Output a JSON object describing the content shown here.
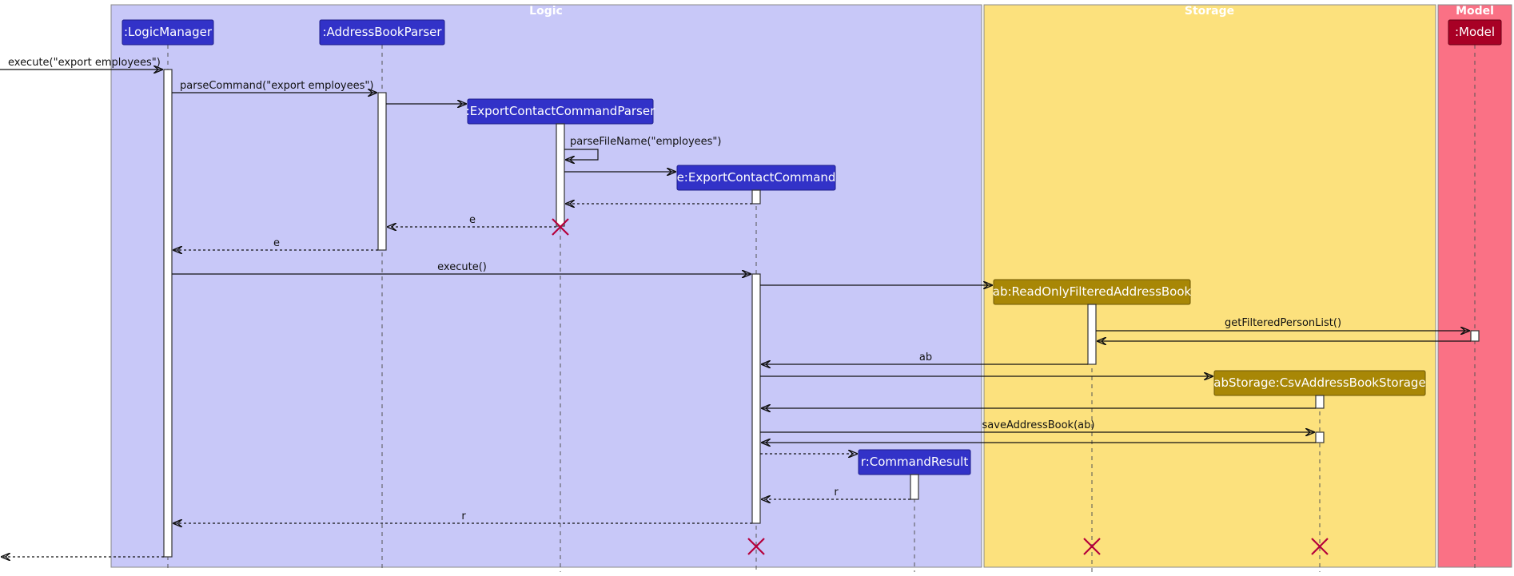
{
  "boxes": {
    "logic": {
      "title": "Logic",
      "color": "#c8c8f8"
    },
    "storage": {
      "title": "Storage",
      "color": "#fce17d"
    },
    "model": {
      "title": "Model",
      "color": "#fa7185"
    }
  },
  "participants": {
    "logic_manager": ":LogicManager",
    "address_book_parser": ":AddressBookParser",
    "export_contact_command_parser": ":ExportContactCommandParser",
    "export_contact_command": "e:ExportContactCommand",
    "command_result": "r:CommandResult",
    "read_only_filtered_address_book": "ab:ReadOnlyFilteredAddressBook",
    "csv_address_book_storage": "abStorage:CsvAddressBookStorage",
    "model": ":Model"
  },
  "participant_colors": {
    "logic": "#3232c8",
    "storage": "#a88706",
    "model": "#a80025"
  },
  "messages": {
    "execute_export": "execute(\"export employees\")",
    "parse_command": "parseCommand(\"export employees\")",
    "parse_file_name": "parseFileName(\"employees\")",
    "return_e_parser": "e",
    "return_e_logic": "e",
    "execute": "execute()",
    "get_filtered_person_list": "getFilteredPersonList()",
    "return_ab": "ab",
    "save_address_book": "saveAddressBook(ab)",
    "return_r": "r",
    "return_r_final": "r"
  }
}
